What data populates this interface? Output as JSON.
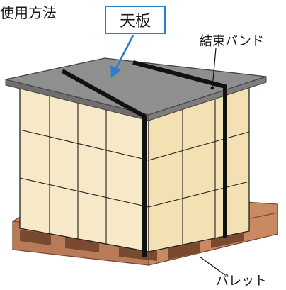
{
  "title": "使用方法",
  "labels": {
    "top_board": "天板",
    "binding_band": "結束バンド",
    "pallet": "パレット"
  },
  "colors": {
    "box_front": "#f7e8c7",
    "box_side": "#efdcae",
    "lid": "#8e8e8e",
    "lid_edge": "#6e6e6e",
    "band": "#111111",
    "pallet": "#b97a57",
    "pallet_dark": "#8b553a",
    "callout_border": "#2a7fc8",
    "arrow": "#2a7fc8"
  }
}
